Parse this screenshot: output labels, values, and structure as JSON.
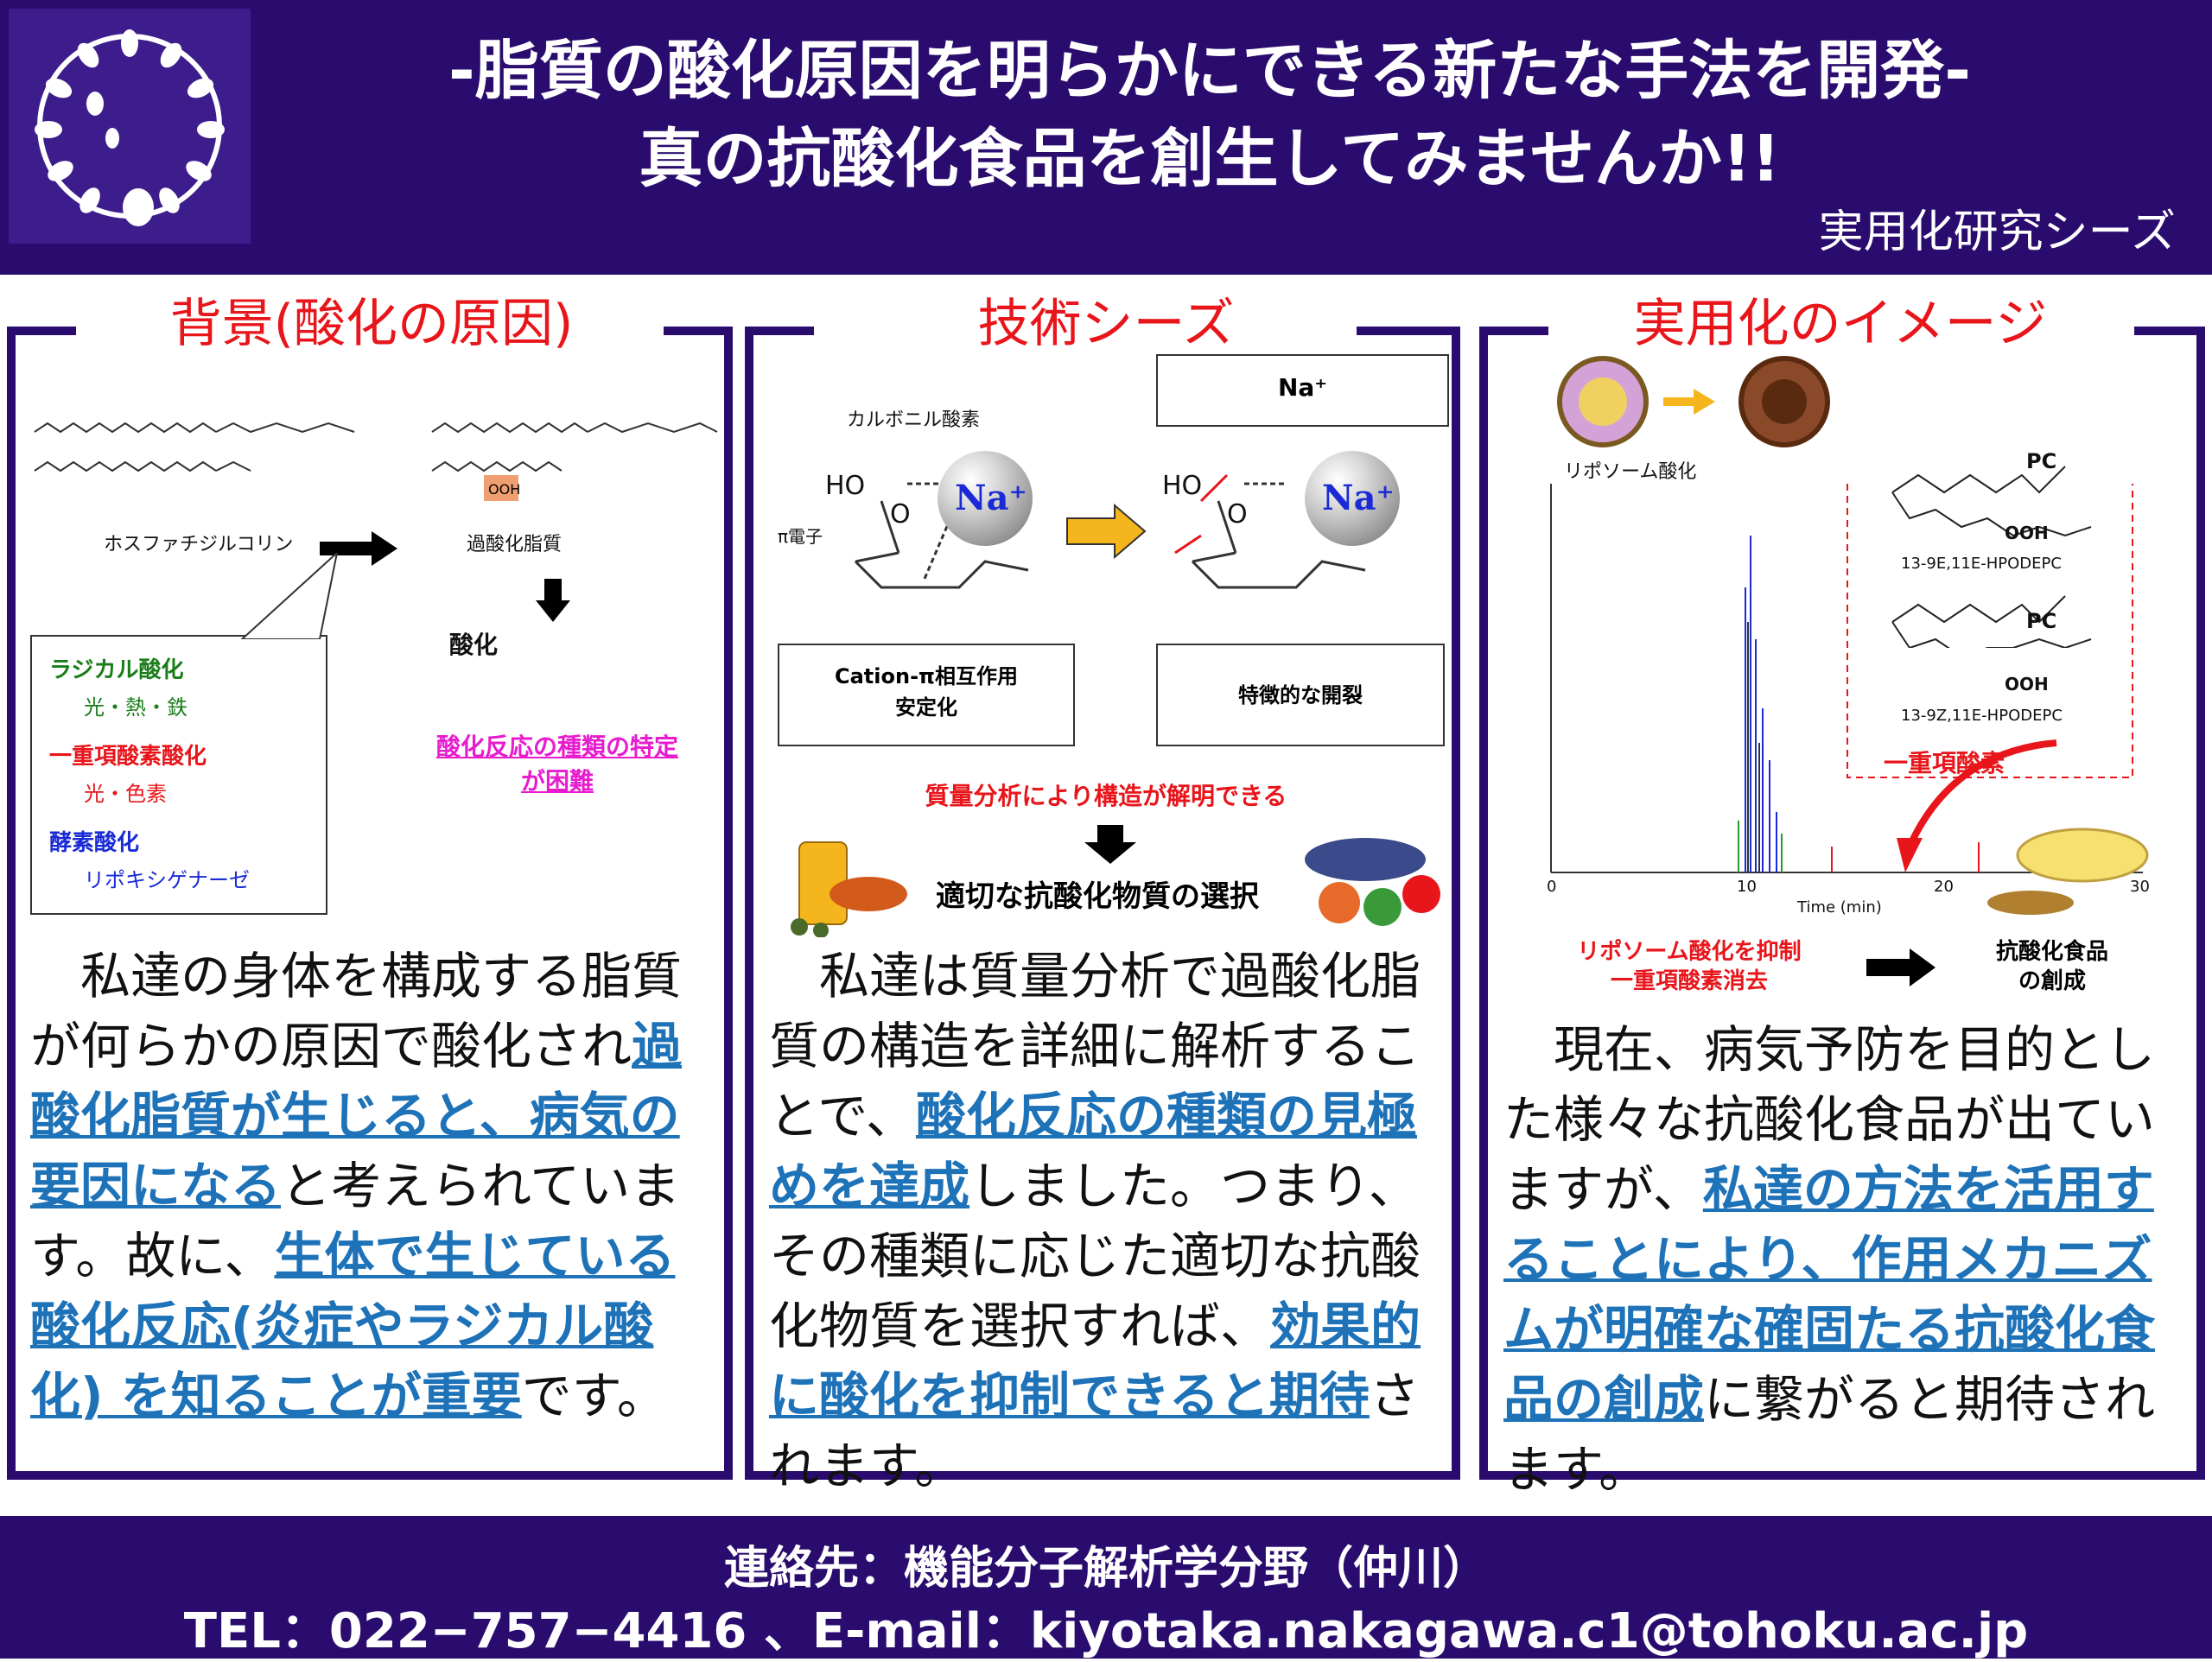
{
  "header": {
    "title_line1": "-脂質の酸化原因を明らかにできる新たな手法を開発-",
    "title_line2": "真の抗酸化食品を創生してみませんか!!",
    "subtitle": "実用化研究シーズ"
  },
  "sections": {
    "background": {
      "title": "背景(酸化の原因)",
      "diagram": {
        "left_caption": "ホスファチジルコリン",
        "right_caption": "過酸化脂質",
        "ooh": "OOH",
        "arrow_caption": "酸化",
        "legend": [
          {
            "label": "ラジカル酸化",
            "sub": "光・熱・鉄",
            "color": "#1a7d1a"
          },
          {
            "label": "一重項酸素酸化",
            "sub": "光・色素",
            "color": "#e8151b"
          },
          {
            "label": "酵素酸化",
            "sub": "リポキシゲナーゼ",
            "color": "#1a2bd6"
          }
        ],
        "magenta_note": [
          "酸化反応の種類の特定",
          "が困難",
          ""
        ]
      },
      "text_before": "　私達の身体を構成する脂質が何らかの原因で酸化され",
      "em1": "過酸化脂質が生じると、病気の要因になる",
      "text_mid": "と考えられています。故に、",
      "em2": "生体で生じている酸化反応(炎症やラジカル酸化) を知ることが重要",
      "text_after": "です。"
    },
    "technology": {
      "title": "技術シーズ",
      "diagram": {
        "top_callout": "Na⁺",
        "label_carbonyl": "カルボニル酸素",
        "label_ho": "HO",
        "label_o": "O",
        "label_na": "Na⁺",
        "label_pi": "π電子",
        "bottom_left_callout": "Cation-π相互作用\n安定化",
        "bottom_right_callout": "特徴的な開裂",
        "red_line": "質量分析により構造が解明できる",
        "result": "適切な抗酸化物質の選択"
      },
      "text_before": "　私達は質量分析で過酸化脂質の構造を詳細に解析することで、",
      "em1": "酸化反応の種類の見極めを達成",
      "text_mid": "しました。つまり、その種類に応じた適切な抗酸化物質を選択すれば、",
      "em2": "効果的に酸化を抑制できると期待",
      "text_after": "されます。"
    },
    "application": {
      "title": "実用化のイメージ",
      "diagram": {
        "caption_top": "リポソーム酸化",
        "pc_label": "PC",
        "ooh": "OOH",
        "struct1": "13-9E,11E-HPODEPC",
        "struct2": "13-9Z,11E-HPODEPC",
        "red_label": "一重項酸素",
        "xaxis_label": "Time (min)",
        "xticks": [
          "0",
          "10",
          "20",
          "30"
        ],
        "red_text": [
          "リポソーム酸化を抑制",
          "一重項酸素消去"
        ],
        "result_text": [
          "抗酸化食品",
          "の創成"
        ]
      },
      "text_before": "　現在、病気予防を目的とした様々な抗酸化食品が出ていますが、",
      "em1": "私達の方法を活用することにより、作用メカニズムが明確な確固たる抗酸化食品の創成",
      "text_after": "に繋がると期待されます。"
    }
  },
  "footer": {
    "contact": "連絡先：機能分子解析学分野（仲川）",
    "tel_email": "TEL：022−757−4416 、E-mail：kiyotaka.nakagawa.c1@tohoku.ac.jp"
  },
  "colors": {
    "header_bg": "#2a0c6e",
    "accent_red": "#e8151b",
    "emphasis_blue": "#1e72b8",
    "magenta": "#e81ccf"
  }
}
